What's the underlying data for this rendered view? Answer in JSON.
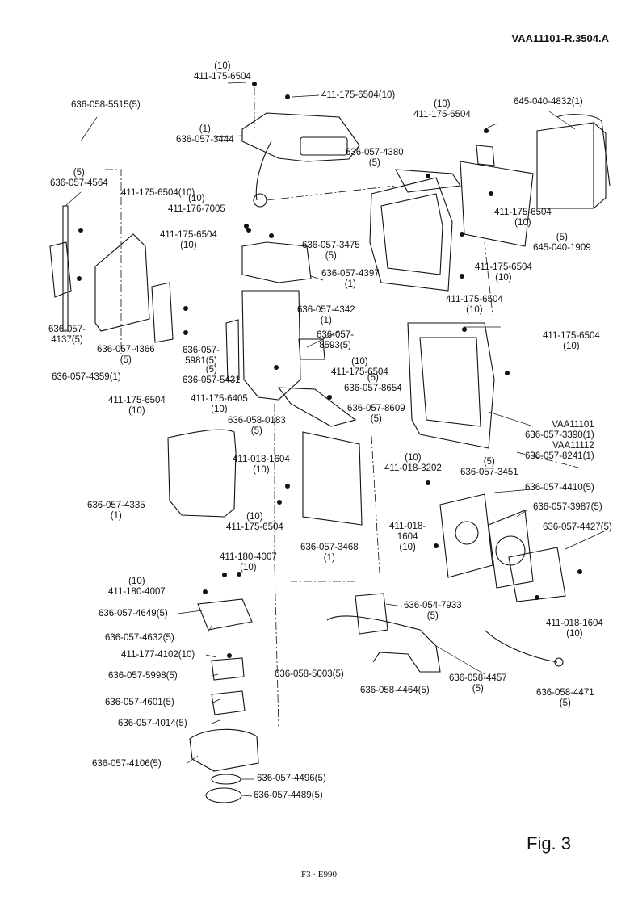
{
  "header": {
    "code": "VAA11101-R.3504.A"
  },
  "figure": {
    "caption": "Fig. 3"
  },
  "footer": {
    "text": "— F3 · E990 —"
  },
  "labels": [
    [
      "(10)",
      "411-175-6504"
    ],
    [
      "411-175-6504(10)"
    ],
    [
      "636-058-5515(5)"
    ],
    [
      "(1)",
      "636-057-3444"
    ],
    [
      "645-040-4832(1)"
    ],
    [
      "(10)",
      "411-175-6504"
    ],
    [
      "636-057-4380",
      "(5)"
    ],
    [
      "(5)",
      "636-057-4564"
    ],
    [
      "411-175-6504(10)"
    ],
    [
      "(10)",
      "411-176-7005"
    ],
    [
      "411-175-6504",
      "(10)"
    ],
    [
      "(5)",
      "645-040-1909"
    ],
    [
      "411-175-6504",
      "(10)"
    ],
    [
      "636-057-3475",
      "(5)"
    ],
    [
      "636-057-4397",
      "(1)"
    ],
    [
      "411-175-6504",
      "(10)"
    ],
    [
      "411-175-6504",
      "(10)"
    ],
    [
      "636-057-4342",
      "(1)"
    ],
    [
      "636-057-",
      "4137(5)"
    ],
    [
      "636-057-4366",
      "(5)"
    ],
    [
      "636-057-",
      "5981(5)"
    ],
    [
      "636-057-",
      "8593(5)"
    ],
    [
      "411-175-6504",
      "(10)"
    ],
    [
      "636-057-4359(1)"
    ],
    [
      "(5)",
      "636-057-5431"
    ],
    [
      "(10)",
      "411-175-6504"
    ],
    [
      "411-175-6504",
      "(10)"
    ],
    [
      "411-175-6405",
      "(10)"
    ],
    [
      "(5)",
      "636-057-8654"
    ],
    [
      "636-057-8609",
      "(5)"
    ],
    [
      "636-058-0183",
      "(5)"
    ],
    [
      "VAA11101",
      "636-057-3390(1)",
      "VAA11112",
      "636-057-8241(1)"
    ],
    [
      "411-018-1604",
      "(10)"
    ],
    [
      "(10)",
      "411-018-3202"
    ],
    [
      "(5)",
      "636-057-3451"
    ],
    [
      "636-057-4410(5)"
    ],
    [
      "636-057-4335",
      "(1)"
    ],
    [
      "(10)",
      "411-175-6504"
    ],
    [
      "411-018-",
      "1604",
      "(10)"
    ],
    [
      "636-057-3987(5)"
    ],
    [
      "636-057-4427(5)"
    ],
    [
      "636-057-3468",
      "(1)"
    ],
    [
      "411-180-4007",
      "(10)"
    ],
    [
      "(10)",
      "411-180-4007"
    ],
    [
      "636-057-4649(5)"
    ],
    [
      "636-054-7933",
      "(5)"
    ],
    [
      "411-018-1604",
      "(10)"
    ],
    [
      "636-057-4632(5)"
    ],
    [
      "411-177-4102(10)"
    ],
    [
      "636-057-5998(5)"
    ],
    [
      "636-058-5003(5)"
    ],
    [
      "636-058-4464(5)"
    ],
    [
      "636-058-4457",
      "(5)"
    ],
    [
      "636-058-4471",
      "(5)"
    ],
    [
      "636-057-4601(5)"
    ],
    [
      "636-057-4014(5)"
    ],
    [
      "636-057-4106(5)"
    ],
    [
      "636-057-4496(5)"
    ],
    [
      "636-057-4489(5)"
    ]
  ]
}
